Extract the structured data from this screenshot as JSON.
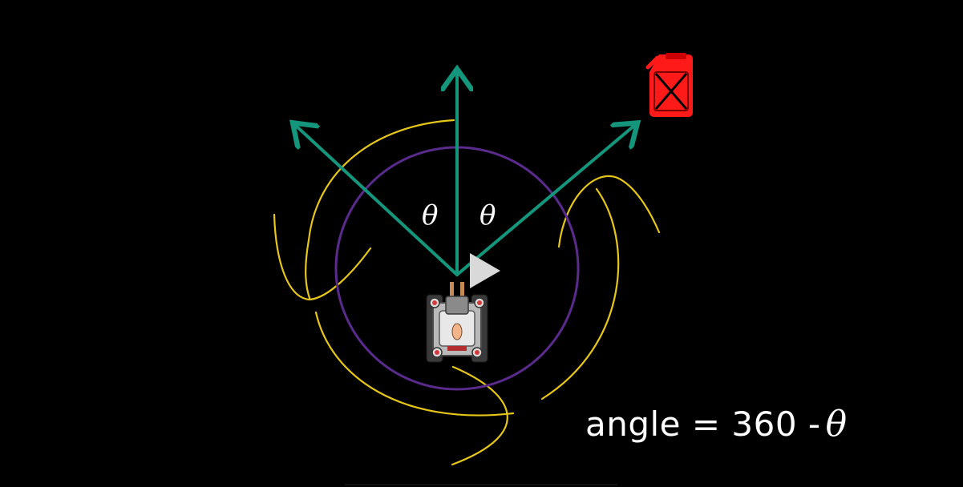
{
  "diagram": {
    "theta_left": "θ",
    "theta_right": "θ",
    "formula_text": "angle = 360 -",
    "formula_symbol": "θ"
  },
  "colors": {
    "background": "#000000",
    "arrows": "#14967c",
    "circle": "#5a2a8c",
    "swirls": "#e6c619",
    "fuel_can": "#ff1a1a",
    "text": "#ffffff",
    "play_button": "#d9d9d9"
  },
  "icons": {
    "fuel": "fuel-can-icon",
    "tank": "tank-sprite",
    "play": "play-icon"
  }
}
